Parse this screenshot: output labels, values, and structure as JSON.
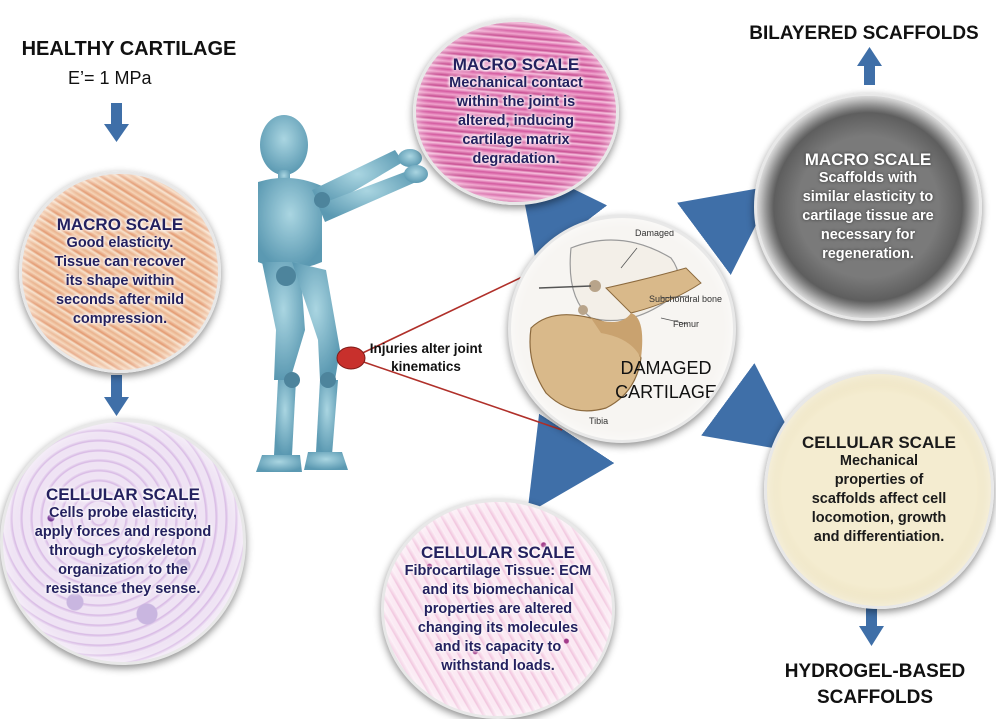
{
  "healthy": {
    "title": "HEALTHY CARTILAGE",
    "modulus": "E’= 1 MPa",
    "macro": {
      "title": "MACRO SCALE",
      "lines": [
        "Good elasticity.",
        "Tissue can recover",
        "its shape within",
        "seconds after mild",
        "compression."
      ]
    },
    "cellular": {
      "title": "CELLULAR SCALE",
      "lines": [
        "Cells probe elasticity,",
        "apply forces and respond",
        "through cytoskeleton",
        "organization to the",
        "resistance they sense."
      ]
    }
  },
  "injury_label": [
    "Injuries alter joint",
    "kinematics"
  ],
  "damaged": {
    "lines": [
      "DAMAGED",
      "CARTILAGE"
    ],
    "anatomy": {
      "damaged": "Damaged",
      "subchondral": "Subchondral bone",
      "femur": "Femur",
      "tibia": "Tibia"
    },
    "macro": {
      "title": "MACRO SCALE",
      "lines": [
        "Mechanical contact",
        "within the joint is",
        "altered, inducing",
        "cartilage matrix",
        "degradation."
      ]
    },
    "cellular": {
      "title": "CELLULAR SCALE",
      "lines": [
        "Fibrocartilage Tissue: ECM",
        "and its biomechanical",
        "properties are altered",
        "changing its molecules",
        "and its capacity to",
        "withstand loads."
      ]
    }
  },
  "bilayered": {
    "title": "BILAYERED SCAFFOLDS",
    "macro": {
      "title": "MACRO SCALE",
      "lines": [
        "Scaffolds with",
        "similar elasticity to",
        "cartilage tissue are",
        "necessary for",
        "regeneration."
      ]
    }
  },
  "hydrogel": {
    "title_lines": [
      "HYDROGEL-BASED",
      "SCAFFOLDS"
    ],
    "cellular": {
      "title": "CELLULAR SCALE",
      "lines": [
        "Mechanical",
        "properties of",
        "scaffolds affect cell",
        "locomotion, growth",
        "and differentiation."
      ]
    }
  },
  "colors": {
    "arrow": "#3f6fa8",
    "navy_text": "#24215f",
    "figure": "#5a9fb8",
    "injury_marker": "#c8302c",
    "pink_histology": "#d86aa8",
    "orange_histology": "#e8a47a",
    "gel_cream": "#efe6c4",
    "gel_grey": "#6b6b6b"
  }
}
